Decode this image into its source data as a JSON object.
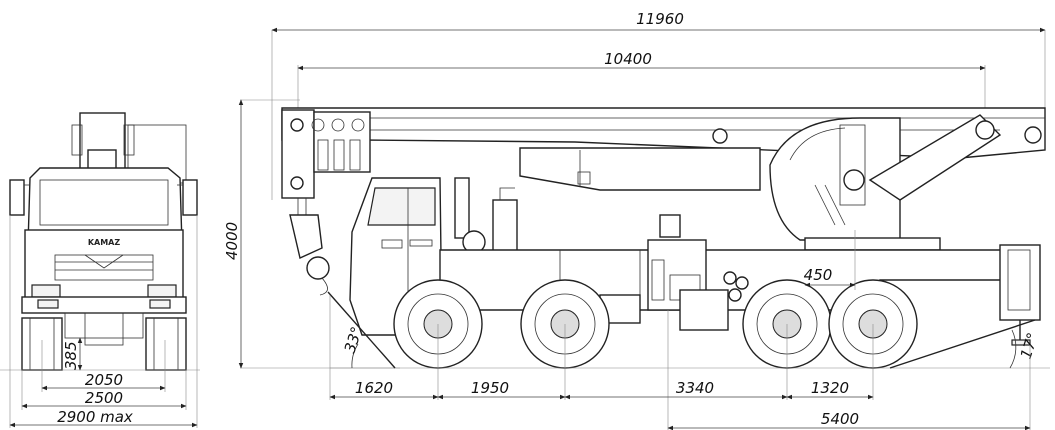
{
  "dimensions": {
    "overall_length": "11960",
    "boom_length": "10400",
    "height": "4000",
    "outrigger_offset": "450",
    "front_overhang": "1620",
    "wheelbase_1_2": "1950",
    "wheelbase_2_3": "3340",
    "wheelbase_3_4": "1320",
    "outrigger_base": "5400",
    "ground_clearance": "385",
    "track_width": "2050",
    "width": "2500",
    "max_width": "2900 max"
  },
  "angles": {
    "approach": "33°",
    "departure": "17°"
  },
  "badge": "KAMAZ"
}
